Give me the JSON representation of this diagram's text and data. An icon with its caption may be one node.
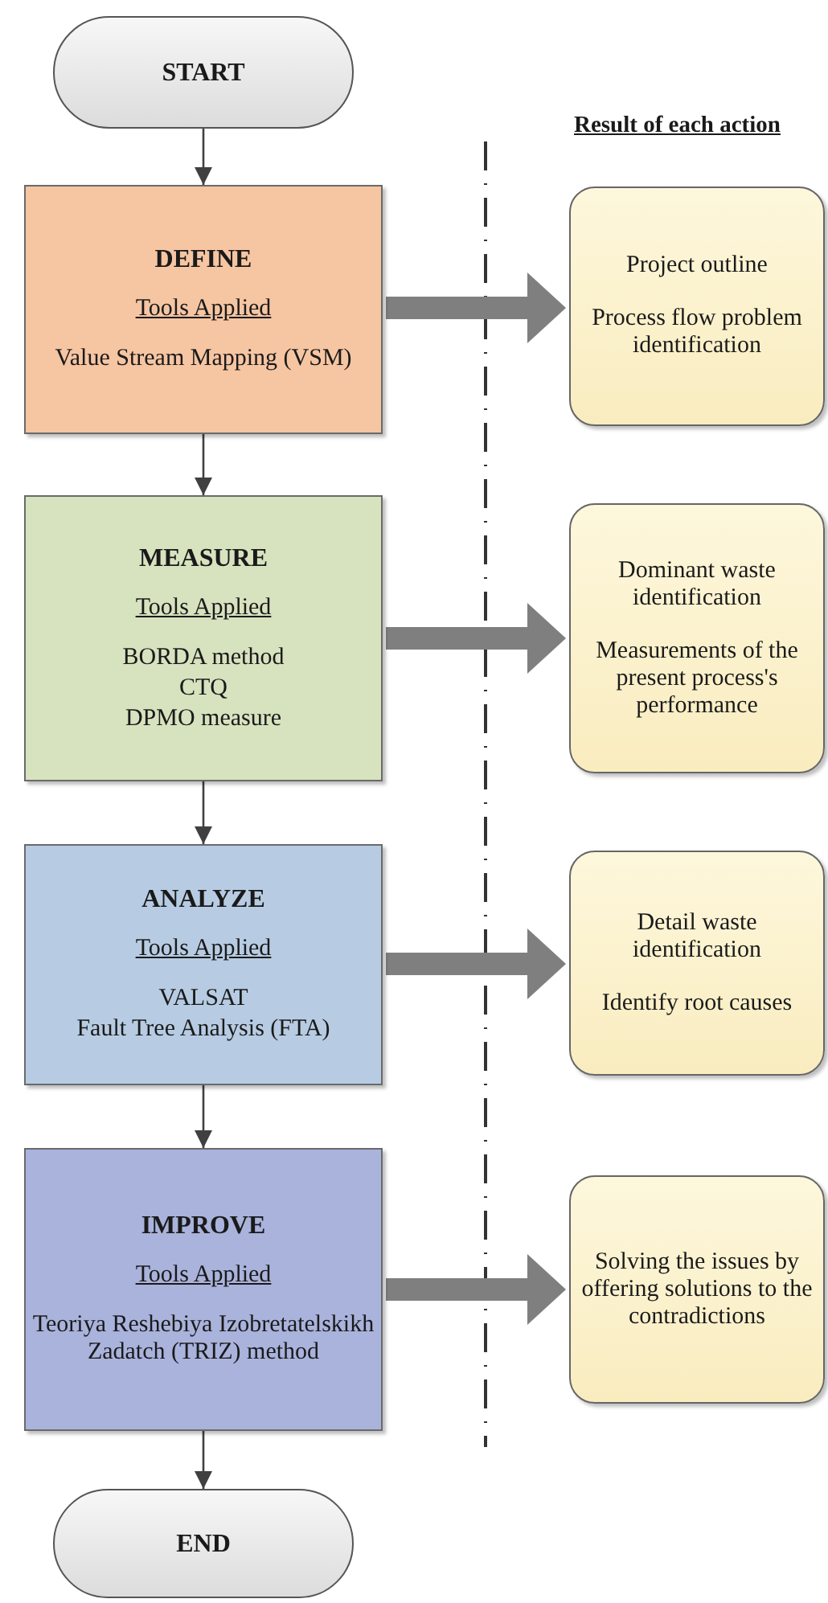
{
  "diagram": {
    "nodes": [
      {
        "text": [
          "START"
        ]
      },
      {
        "text": [
          "DEFINE",
          "Tools Applied",
          "Value Stream Mapping (VSM)"
        ]
      },
      {
        "text": [
          "Project outline",
          "Process flow problem identification"
        ]
      },
      {
        "text": [
          "MEASURE",
          "Tools Applied",
          "BORDA method",
          "CTQ",
          "DPMO measure"
        ]
      },
      {
        "text": [
          "Dominant waste identification",
          "Measurements of the present process's performance"
        ]
      },
      {
        "text": [
          "ANALYZE",
          "Tools Applied",
          "VALSAT",
          "Fault Tree Analysis (FTA)"
        ]
      },
      {
        "text": [
          "Detail waste identification",
          "Identify root causes"
        ]
      },
      {
        "text": [
          "IMPROVE",
          "Tools Applied",
          "Teoriya Reshebiya Izobretatelskikh Zadatch (TRIZ) method"
        ]
      },
      {
        "text": [
          "Solving the issues by offering solutions to the contradictions"
        ]
      },
      {
        "text": [
          "END"
        ]
      }
    ],
    "edges": [
      {
        "from": 0,
        "to": 1,
        "arrow": "to"
      },
      {
        "from": 1,
        "to": 3,
        "arrow": "to"
      },
      {
        "from": 3,
        "to": 5,
        "arrow": "to"
      },
      {
        "from": 5,
        "to": 7,
        "arrow": "to"
      },
      {
        "from": 7,
        "to": 9,
        "arrow": "to"
      },
      {
        "from": 1,
        "to": 2,
        "arrow": "to",
        "style": "thick",
        "color": "#7f7f7f"
      },
      {
        "from": 3,
        "to": 4,
        "arrow": "to",
        "style": "thick",
        "color": "#7f7f7f"
      },
      {
        "from": 5,
        "to": 6,
        "arrow": "to",
        "style": "thick",
        "color": "#7f7f7f"
      },
      {
        "from": 7,
        "to": 8,
        "arrow": "to",
        "style": "thick",
        "color": "#7f7f7f"
      }
    ],
    "labels": [
      "Result of each action"
    ]
  }
}
